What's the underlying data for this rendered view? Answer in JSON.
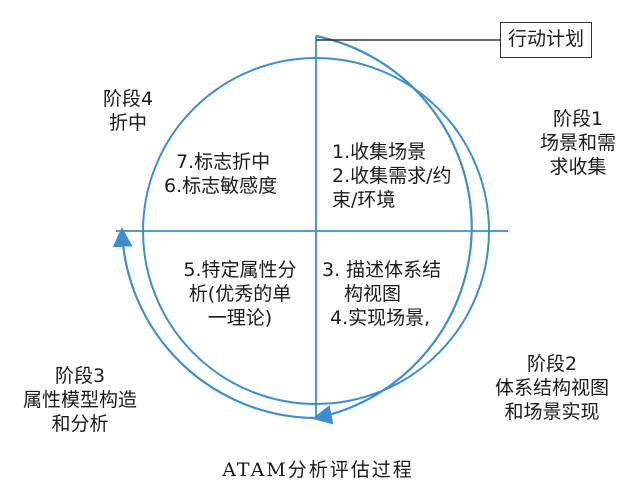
{
  "action_plan": "行动计划",
  "phases": [
    {
      "lines": [
        "阶段1",
        "场景和需",
        "求收集"
      ]
    },
    {
      "lines": [
        "阶段2",
        "体系结构视图",
        "和场景实现"
      ]
    },
    {
      "lines": [
        "阶段3",
        "属性模型构造",
        "和分析"
      ]
    },
    {
      "lines": [
        "阶段4",
        "折中"
      ]
    }
  ],
  "quadrants": [
    {
      "lines": [
        "1.收集场景",
        "2.收集需求/约",
        "束/环境"
      ]
    },
    {
      "lines": [
        "3. 描述体系结",
        "构视图",
        "4.实现场景,"
      ]
    },
    {
      "lines": [
        "5.特定属性分",
        "析(优秀的单",
        "一理论)"
      ]
    },
    {
      "lines": [
        "7.标志折中",
        "6.标志敏感度"
      ]
    }
  ],
  "caption": "ATAM分析评估过程",
  "colors": {
    "circle": "#3d8ed0",
    "axis": "#3d8ed0",
    "arrow": "#3d8ed0",
    "text": "#1a1a1a",
    "box_border": "#333333"
  }
}
